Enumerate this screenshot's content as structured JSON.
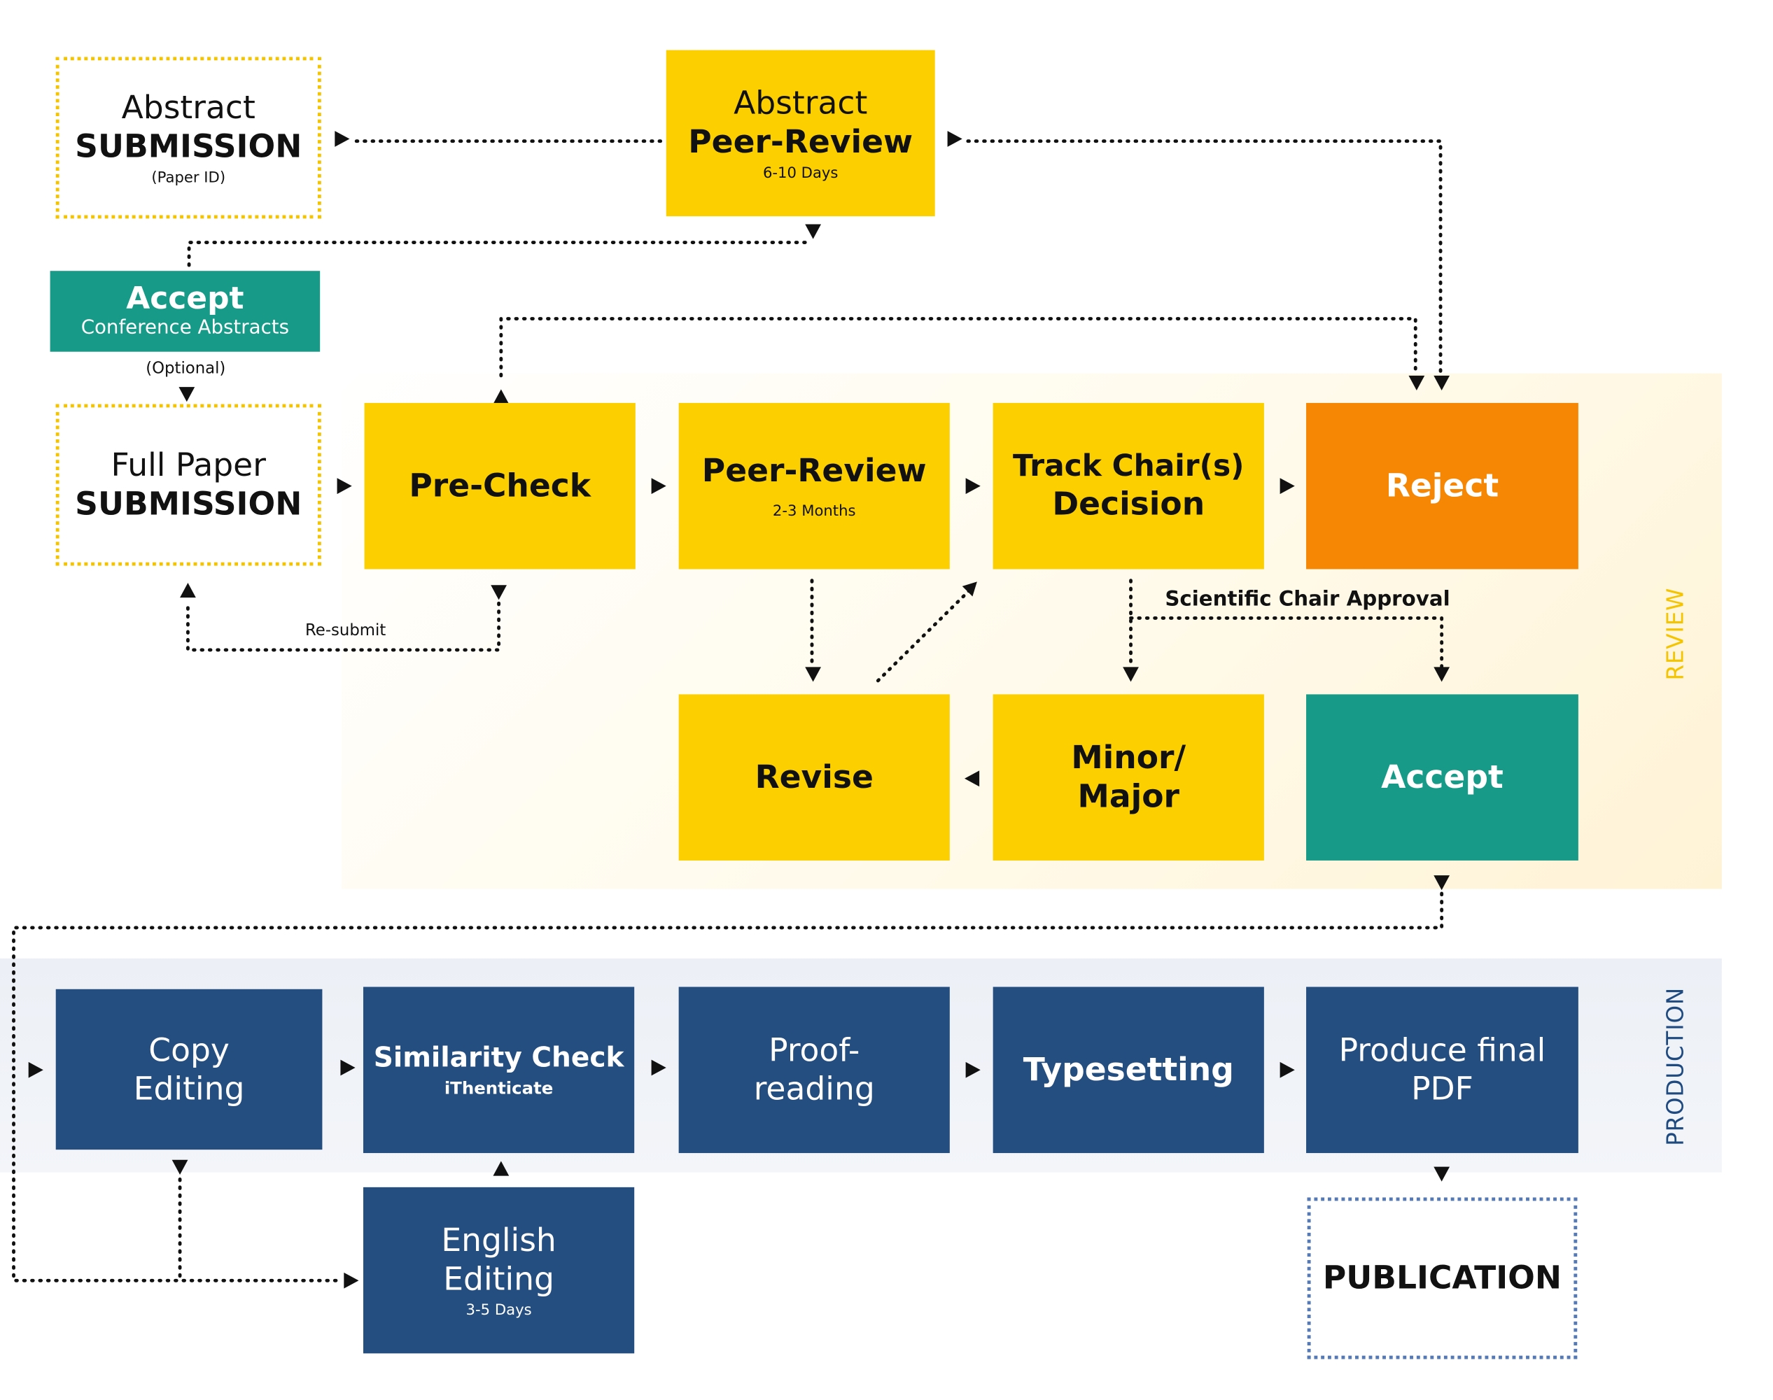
{
  "colors": {
    "yellow": "#fccf00",
    "orange": "#f58705",
    "teal": "#179b88",
    "navy": "#254e80",
    "review_label": "#f4c400",
    "production_label": "#1e4a80"
  },
  "sections": {
    "review": "REVIEW",
    "production": "PRODUCTION"
  },
  "nodes": {
    "abstract_submission": {
      "line1": "Abstract",
      "line2": "SUBMISSION",
      "sub": "(Paper ID)"
    },
    "abstract_peer_review": {
      "line1": "Abstract",
      "line2": "Peer-Review",
      "sub": "6-10 Days"
    },
    "accept_conference": {
      "title": "Accept",
      "sub": "Conference Abstracts"
    },
    "full_paper_submission": {
      "line1": "Full Paper",
      "line2": "SUBMISSION"
    },
    "pre_check": {
      "title": "Pre-Check"
    },
    "peer_review": {
      "title": "Peer-Review",
      "sub": "2-3 Months"
    },
    "track_chair_decision": {
      "line1": "Track Chair(s)",
      "line2": "Decision"
    },
    "reject": {
      "title": "Reject"
    },
    "revise": {
      "title": "Revise"
    },
    "minor_major": {
      "line1": "Minor/",
      "line2": "Major"
    },
    "accept": {
      "title": "Accept"
    },
    "copy_editing": {
      "line1": "Copy",
      "line2": "Editing"
    },
    "similarity_check": {
      "title": "Similarity Check",
      "sub": "iThenticate"
    },
    "proofreading": {
      "line1": "Proof-",
      "line2": "reading"
    },
    "typesetting": {
      "title": "Typesetting"
    },
    "produce_pdf": {
      "line1": "Produce final",
      "line2": "PDF"
    },
    "english_editing": {
      "line1": "English",
      "line2": "Editing",
      "sub": "3-5 Days"
    },
    "publication": {
      "title": "PUBLICATION"
    }
  },
  "edge_labels": {
    "optional": "(Optional)",
    "resubmit": "Re-submit",
    "scientific_chair": "Scientific Chair Approval"
  }
}
